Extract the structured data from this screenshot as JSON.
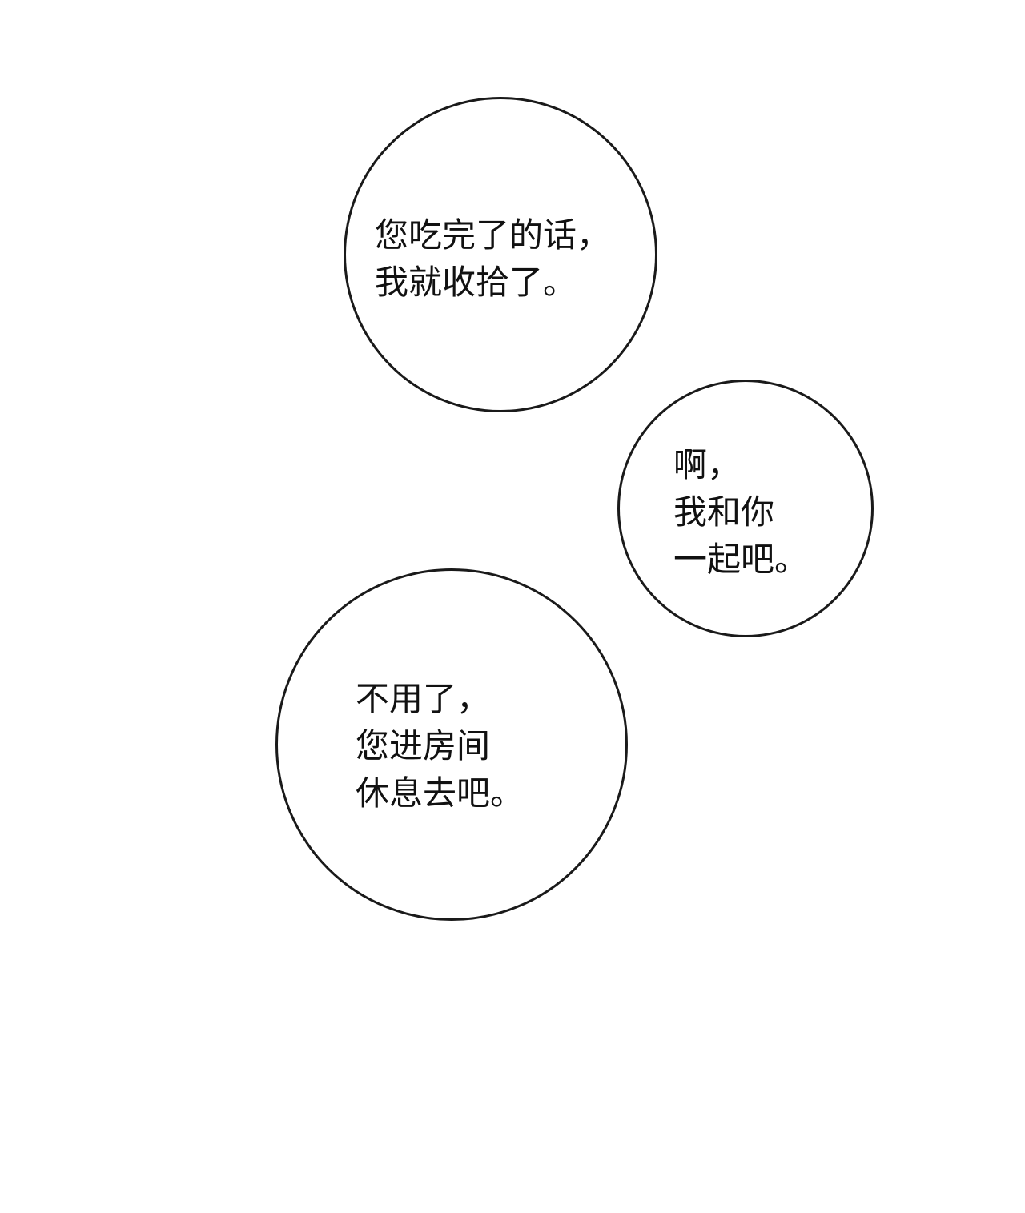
{
  "bubbles": [
    {
      "lines": [
        "您吃完了的话，",
        "我就收拾了。"
      ]
    },
    {
      "lines": [
        "啊，",
        "我和你",
        "一起吧。"
      ]
    },
    {
      "lines": [
        "不用了，",
        "您进房间",
        "休息去吧。"
      ]
    }
  ]
}
